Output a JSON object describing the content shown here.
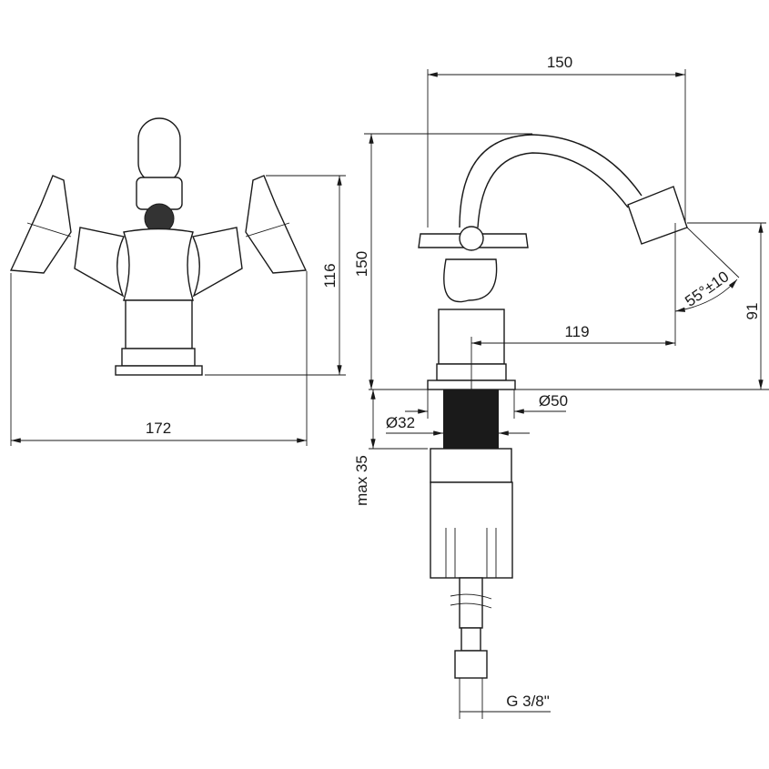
{
  "front_view": {
    "width_label": "172",
    "height_label": "116"
  },
  "side_view": {
    "total_height_label": "150",
    "spout_width_label": "150",
    "spout_reach_label": "119",
    "spout_height_label": "91",
    "spray_angle_label": "55°±10",
    "base_diameter_label": "Ø50",
    "thread_diameter_label": "Ø32",
    "max_thickness_label": "max 35",
    "connection_label": "G 3/8\""
  },
  "colors": {
    "line": "#1a1a1a",
    "thread_fill": "#1a1a1a",
    "background": "#ffffff"
  }
}
